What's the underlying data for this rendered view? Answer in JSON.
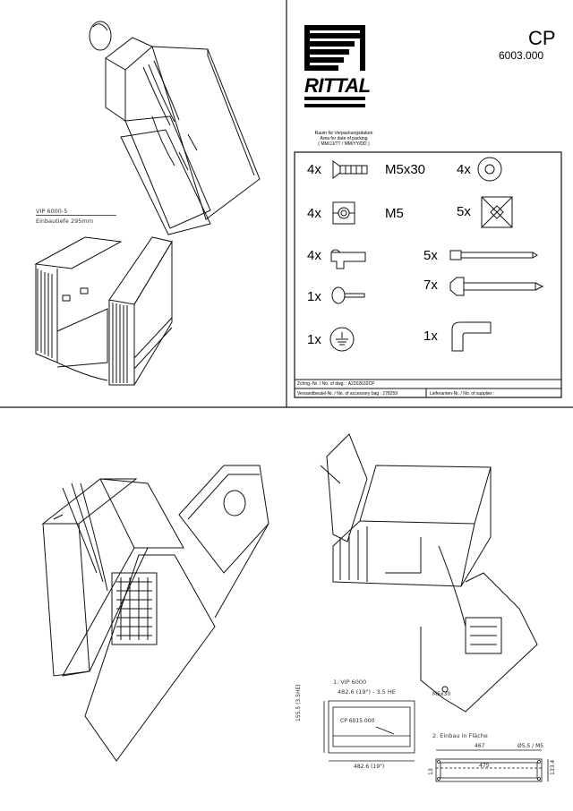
{
  "header": {
    "code": "CP",
    "article": "6003.000",
    "brand": "RITTAL",
    "packing_note_1": "Raum für Verpackungsdatum",
    "packing_note_2": "Area for date of packing",
    "packing_note_3": "( MM/JJ/TT / MM/YY/DD )"
  },
  "parts": [
    {
      "qty": "4x",
      "label": "M5x30",
      "icon": "countersunk-screw-icon"
    },
    {
      "qty": "4x",
      "label": "",
      "icon": "washer-icon"
    },
    {
      "qty": "4x",
      "label": "M5",
      "icon": "cage-nut-icon"
    },
    {
      "qty": "5x",
      "label": "",
      "icon": "cable-tie-mount-icon"
    },
    {
      "qty": "4x",
      "label": "",
      "icon": "latch-icon"
    },
    {
      "qty": "5x",
      "label": "",
      "icon": "cable-tie-icon"
    },
    {
      "qty": "7x",
      "label": "",
      "icon": "cable-tie-with-mount-icon"
    },
    {
      "qty": "1x",
      "label": "",
      "icon": "key-icon"
    },
    {
      "qty": "1x",
      "label": "",
      "icon": "earth-symbol-label-icon"
    },
    {
      "qty": "1x",
      "label": "",
      "icon": "cable-bend-icon"
    }
  ],
  "footer": {
    "drawing_no": "Zchng.-Nr. / No. of dwg. : A2202632CP",
    "bag_no": "Versandbeutel-Nr. / No. of accessory bag : 278259",
    "supplier": "Lieferanten-Nr. / No. of supplier :"
  },
  "notes": {
    "vip_line1": "VIP 6000-5",
    "vip_line2": "Einbautiefe 295mm",
    "detail_1_title": "1. VIP 6000",
    "detail_1_sub": "482.6 (19\") - 3.5 HE",
    "detail_1_side": "155.5 (3.5HE)",
    "detail_1_part": "CP 6015.000",
    "detail_1_bottom": "482.6 (19\")",
    "detail_2_title": "2. Einbau in Fläche",
    "detail_2_w1": "467",
    "detail_2_hole": "Ø5.5 / M5",
    "detail_2_w2": "475",
    "detail_2_h": "133.4",
    "detail_2_h2": "13",
    "screw_label": "M5x30"
  }
}
